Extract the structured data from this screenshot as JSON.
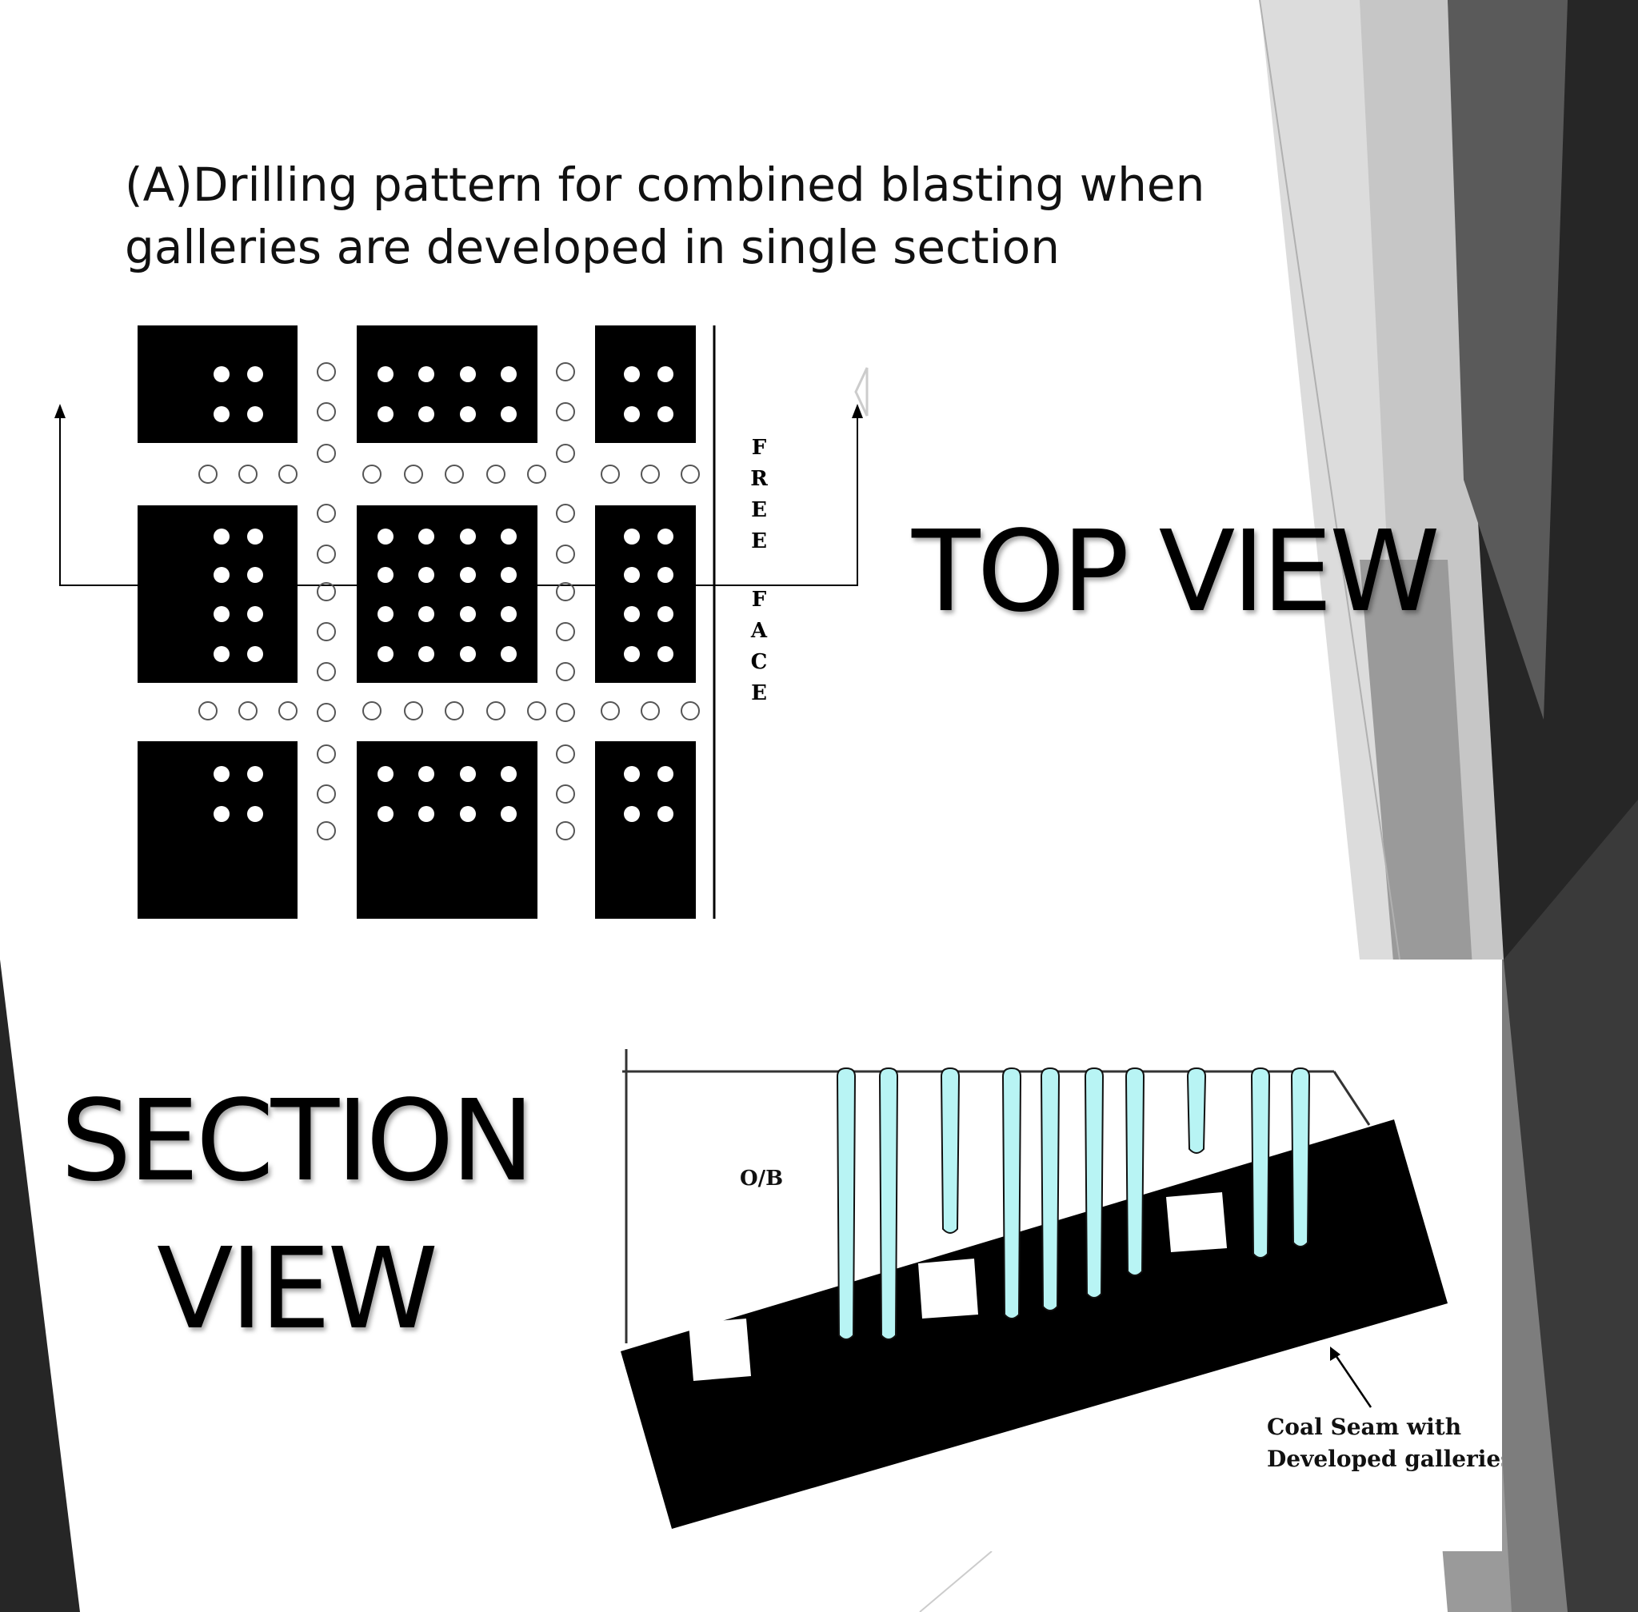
{
  "slide": {
    "title_line1": "(A)Drilling pattern for combined blasting when",
    "title_line2": "galleries are developed in single section",
    "top_view_label": "TOP VIEW",
    "section_view_label_line1": "SECTION",
    "section_view_label_line2": "VIEW"
  },
  "top_view": {
    "free_face_letters_1": [
      "F",
      "R",
      "E",
      "E"
    ],
    "free_face_letters_2": [
      "F",
      "A",
      "C",
      "E"
    ],
    "filled_dot_color": "#ffffff",
    "pillar_color": "#000000",
    "hole_stroke_color": "#555555"
  },
  "section_view": {
    "overburden_label": "O/B",
    "seam_label_line1": "Coal Seam with",
    "seam_label_line2": "Developed galleries",
    "hole_fill_color": "#b8f4f4",
    "seam_color": "#000000"
  },
  "theme": {
    "dark_gray": "#262626",
    "mid_gray": "#7a7a7a",
    "light_gray": "#c8c8c8"
  }
}
